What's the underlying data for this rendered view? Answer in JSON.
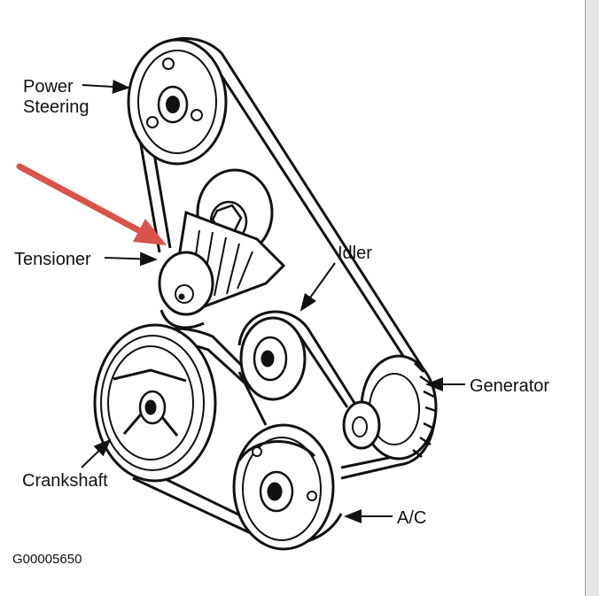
{
  "diagram": {
    "labels": {
      "power_steering_line1": "Power",
      "power_steering_line2": "Steering",
      "tensioner": "Tensioner",
      "idler": "Idler",
      "generator": "Generator",
      "crankshaft": "Crankshaft",
      "ac": "A/C"
    },
    "reference_code": "G00005650"
  },
  "colors": {
    "line": "#111111",
    "highlight_arrow": "#d9534a",
    "background": "#ffffff"
  }
}
